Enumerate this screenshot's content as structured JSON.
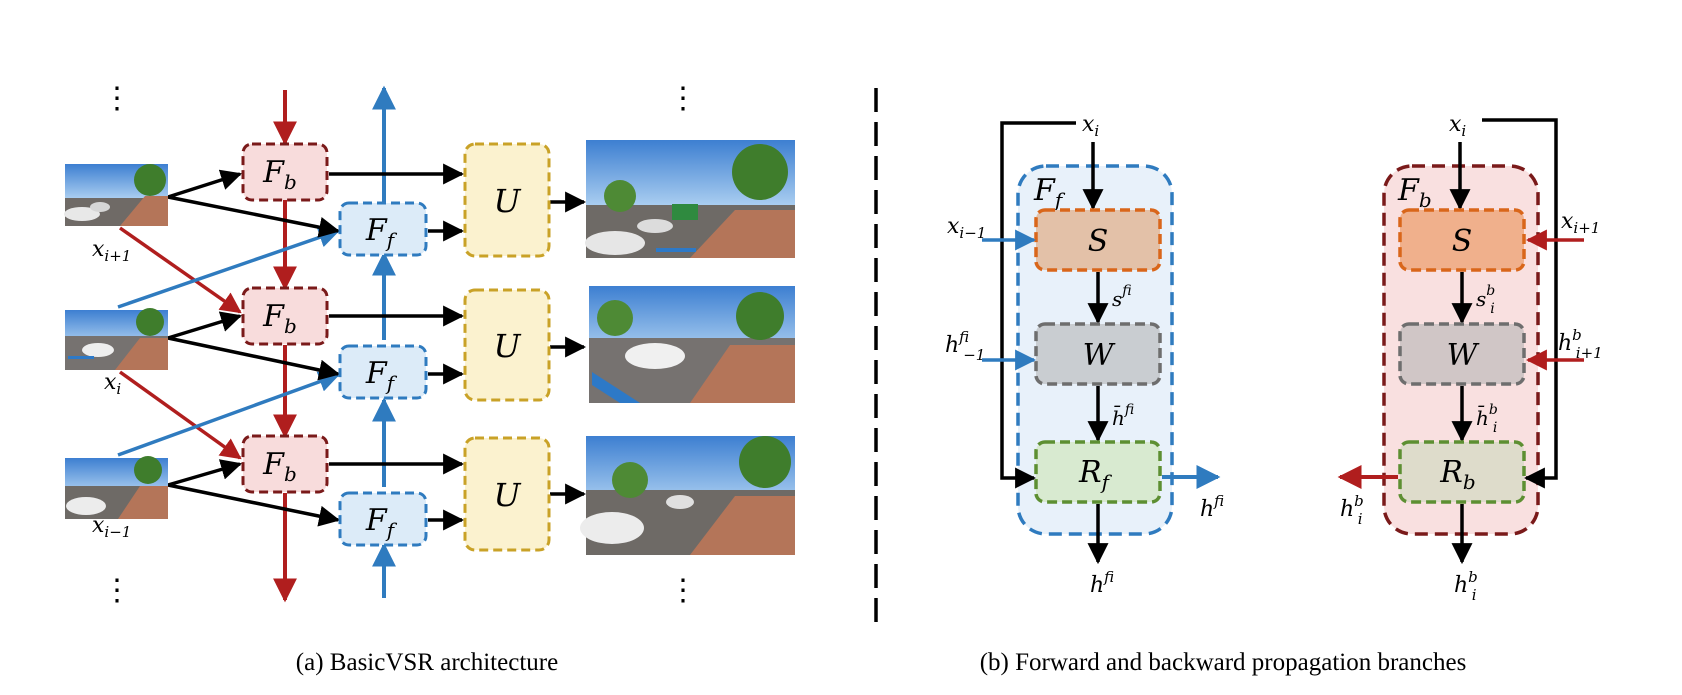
{
  "captions": {
    "a": "(a) BasicVSR architecture",
    "b": "(b) Forward and backward propagation branches"
  },
  "left": {
    "frames": [
      {
        "base": "x",
        "sub": "i+1"
      },
      {
        "base": "x",
        "sub": "i"
      },
      {
        "base": "x",
        "sub": "i−1"
      }
    ],
    "fb_label": {
      "base": "F",
      "sub": "b"
    },
    "ff_label": {
      "base": "F",
      "sub": "f"
    },
    "u_label": "U",
    "vdots": "⋮"
  },
  "forward": {
    "container_label": {
      "base": "F",
      "sub": "f"
    },
    "input_top": {
      "base": "x",
      "sub": "i"
    },
    "input_prev": {
      "base": "x",
      "sub": "i−1"
    },
    "hidden_prev": {
      "base": "h",
      "sup": "f",
      "sub": "i−1"
    },
    "s_label": "S",
    "w_label": "W",
    "r_label": {
      "base": "R",
      "sub": "f"
    },
    "flow_label": {
      "base": "s",
      "sup": "f",
      "sub": "i"
    },
    "warped_label": {
      "base": "h̄",
      "sup": "f",
      "sub": "i"
    },
    "out_right": {
      "base": "h",
      "sup": "f",
      "sub": "i"
    },
    "out_bottom": {
      "base": "h",
      "sup": "f",
      "sub": "i"
    }
  },
  "backward": {
    "container_label": {
      "base": "F",
      "sub": "b"
    },
    "input_top": {
      "base": "x",
      "sub": "i"
    },
    "input_next": {
      "base": "x",
      "sub": "i+1"
    },
    "hidden_next": {
      "base": "h",
      "sup": "b",
      "sub": "i+1"
    },
    "s_label": "S",
    "w_label": "W",
    "r_label": {
      "base": "R",
      "sub": "b"
    },
    "flow_label": {
      "base": "s",
      "sup": "b",
      "sub": "i"
    },
    "warped_label": {
      "base": "h̄",
      "sup": "b",
      "sub": "i"
    },
    "out_left": {
      "base": "h",
      "sup": "b",
      "sub": "i"
    },
    "out_bottom": {
      "base": "h",
      "sup": "b",
      "sub": "i"
    }
  },
  "colors": {
    "red": "#b01e1e",
    "blue": "#2f7bbf",
    "black": "#000000",
    "fb_fill": "#f8dcdc",
    "fb_stroke": "#7a1a1a",
    "ff_fill": "#dcebf8",
    "ff_stroke": "#2f7bbf",
    "u_fill": "#fbf2cf",
    "u_stroke": "#c9a227",
    "s_fill": "#e3c1a8",
    "s_fill_b": "#f0b08c",
    "s_stroke": "#d9661a",
    "w_fill": "#c9cdd1",
    "w_fill_b": "#d0c6c6",
    "w_stroke": "#6e6e6e",
    "r_fill": "#d8ead0",
    "r_fill_b": "#dedccb",
    "r_stroke": "#5d8f32",
    "ctr_f_fill": "#e8f1fa",
    "ctr_b_fill": "#f9e0e0",
    "ctr_b_stroke": "#7a1a1a"
  }
}
